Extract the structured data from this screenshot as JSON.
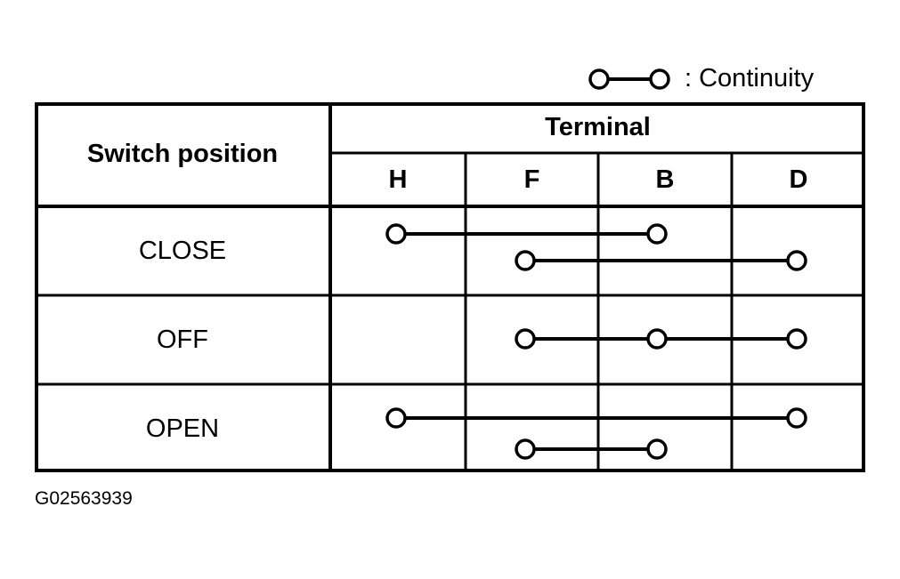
{
  "legend": {
    "symbol_name": "continuity-symbol",
    "label": ": Continuity"
  },
  "table": {
    "header": {
      "switch_position": "Switch position",
      "terminal_group": "Terminal",
      "terminals": [
        "H",
        "F",
        "B",
        "D"
      ]
    },
    "rows": [
      {
        "label": "CLOSE",
        "connections": [
          {
            "from": "H",
            "to": "B",
            "level": "upper"
          },
          {
            "from": "F",
            "to": "D",
            "level": "lower"
          }
        ]
      },
      {
        "label": "OFF",
        "connections": [
          {
            "from": "F",
            "to": "B",
            "level": "middle"
          },
          {
            "from": "B",
            "to": "D",
            "level": "middle"
          }
        ]
      },
      {
        "label": "OPEN",
        "connections": [
          {
            "from": "H",
            "to": "D",
            "level": "upper"
          },
          {
            "from": "F",
            "to": "B",
            "level": "lower"
          }
        ]
      }
    ]
  },
  "caption": "G02563939",
  "colors": {
    "ink": "#000000",
    "background": "#ffffff"
  }
}
